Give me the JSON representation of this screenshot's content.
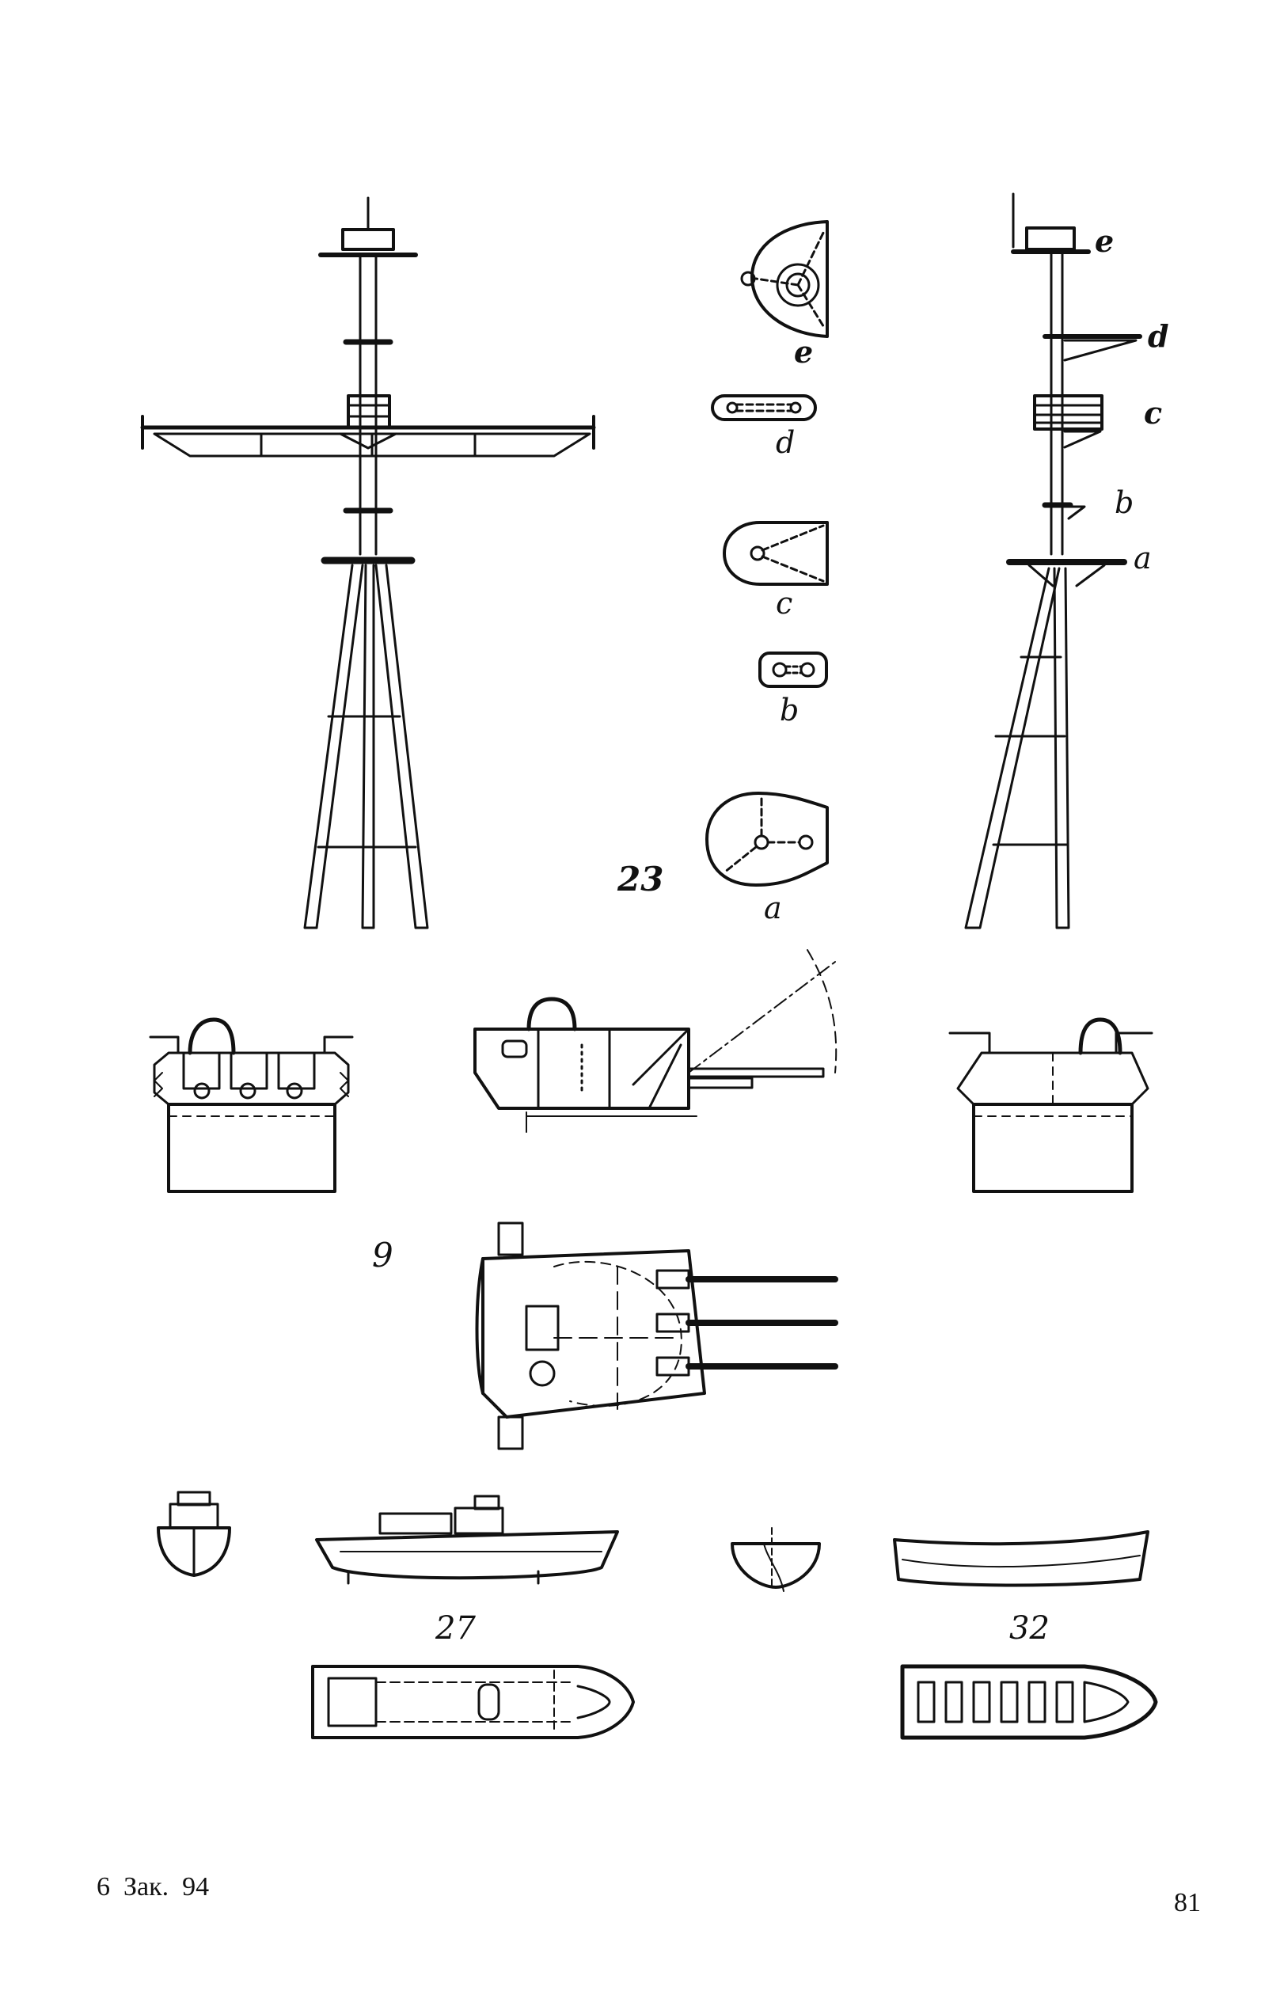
{
  "figures": {
    "mast": "23",
    "turret": "9",
    "motor_boat": "27",
    "rowing_boat": "32"
  },
  "mast_platform_labels": [
    "e",
    "d",
    "c",
    "b",
    "a"
  ],
  "side_mast_labels": [
    "e",
    "d",
    "c",
    "b",
    "a"
  ],
  "footer": {
    "left": "6  Зак.  94",
    "page_number": "81"
  }
}
